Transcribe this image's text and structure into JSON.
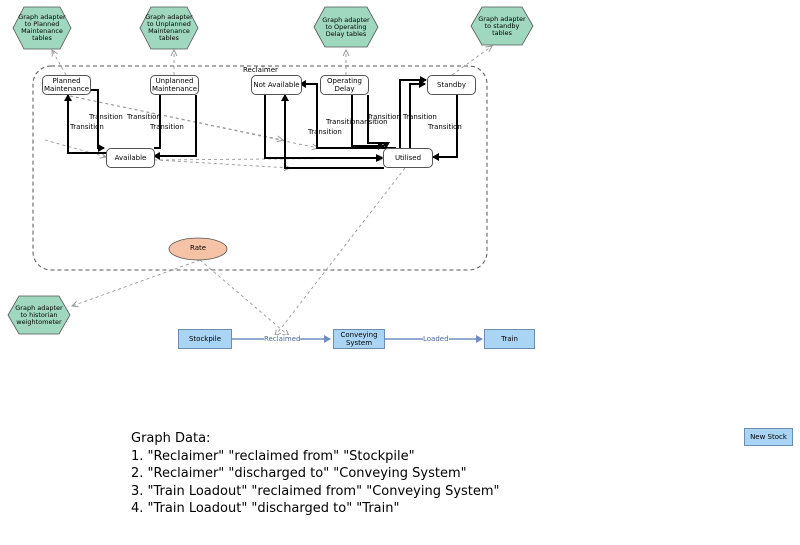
{
  "group_label": "Reclaimer",
  "states": {
    "planned": "Planned Maintenance",
    "unplanned": "Unplanned Maintenance",
    "not_available": "Not Available",
    "operating_delay": "Operating Delay",
    "standby": "Standby",
    "available": "Available",
    "utilised": "Utilised"
  },
  "adapters": {
    "planned": "Graph adapter to Planned Maintenance tables",
    "unplanned": "Graph adapter to Unplanned Maintenance tables",
    "operating_delay": "Graph adapter to Operating Delay tables",
    "standby": "Graph adapter to standby tables",
    "historian": "Graph adapter to historian weightometer"
  },
  "rate": "Rate",
  "transition": "Transition",
  "transition_overlap": "Transitionansition",
  "flow": {
    "stockpile": "Stockpile",
    "reclaimed": "Reclaimed",
    "conveying": "Conveying System",
    "loaded": "Loaded",
    "train": "Train"
  },
  "new_stock": "New Stock",
  "notes": {
    "title": "Graph Data:",
    "lines": [
      "1. \"Reclaimer\" \"reclaimed from\" \"Stockpile\"",
      "2. \"Reclaimer\" \"discharged to\" \"Conveying System\"",
      "3. \"Train Loadout\" \"reclaimed from\" \"Conveying System\"",
      "4. \"Train Loadout\" \"discharged to\" \"Train\""
    ]
  },
  "colors": {
    "adapter_fill": "#9fd8bf",
    "rate_fill": "#f7c3a6",
    "flow_fill": "#a9d4f3",
    "flow_edge": "#6f8fc0"
  }
}
